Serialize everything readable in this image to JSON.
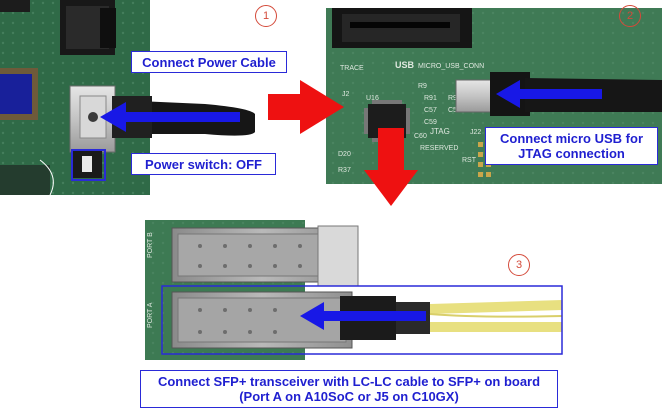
{
  "steps": [
    "1",
    "2",
    "3"
  ],
  "labels": {
    "power_cable": "Connect Power Cable",
    "power_switch": "Power switch: OFF",
    "usb_line1": "Connect micro USB for",
    "usb_line2": "JTAG connection",
    "sfp_line1": "Connect SFP+ transceiver with LC-LC cable to SFP+ on board",
    "sfp_line2": "(Port A on A10SoC or J5 on C10GX)"
  },
  "board_silkscreen": {
    "trace": "TRACE",
    "usb_logo": "USB",
    "micro_usb_conn": "MICRO_USB_CONN",
    "u16": "U16",
    "j2": "J2",
    "jtag": "JTAG",
    "j22": "J22",
    "reserved": "RESERVED",
    "rst_pins": "RST",
    "r9": "R9",
    "r91": "R91",
    "c57": "C57",
    "c59": "C59",
    "c60": "C60",
    "r93": "R93",
    "c58": "C58",
    "d20": "D20",
    "r37": "R37",
    "port_b": "PORT B",
    "port_a": "PORT A"
  },
  "colors": {
    "label_text": "#1f1fd0",
    "label_border": "#2a2ad8",
    "step_circle": "#d44a3a",
    "flow_arrow": "#ee1111",
    "direction_arrow": "#1818e6",
    "pcb_green": "#3f7a55",
    "fiber_yellow": "#e8e080"
  }
}
